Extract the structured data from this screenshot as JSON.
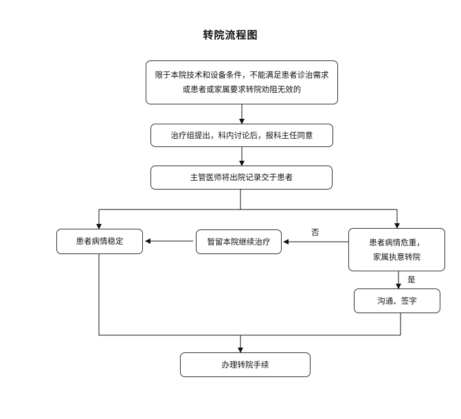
{
  "title": "转院流程图",
  "nodes": {
    "start_line1": "限于本院技术和设备条件，不能满足患者诊治需求",
    "start_line2": "或患者或家属要求转院劝阻无效的",
    "discuss": "治疗组提出，科内讨论后，报科主任同意",
    "record": "主管医师将出院记录交于患者",
    "stable": "患者病情稳定",
    "stay": "暂留本院继续治疗",
    "critical_line1": "患者病情危重，",
    "critical_line2": "家属执意转院",
    "communicate": "沟通、签字",
    "transfer": "办理转院手续"
  },
  "edge_labels": {
    "no": "否",
    "yes": "是"
  }
}
